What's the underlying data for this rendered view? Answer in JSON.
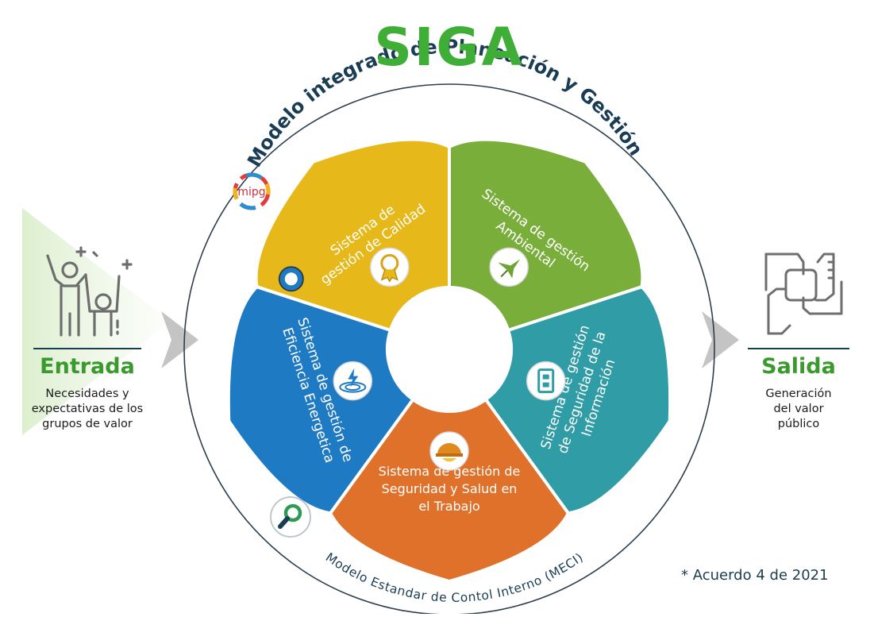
{
  "title": "SIGA",
  "subtitle": "Modelo integrado de Planeación y Gestión",
  "mipg_logo": "mipg",
  "segments": {
    "calidad": [
      "Sistema de",
      "gestión de Calidad"
    ],
    "ambiental": [
      "Sistema de gestión",
      "Ambiental"
    ],
    "informacion": [
      "Sistema de gestión",
      "de Seguridad de la",
      "Información"
    ],
    "trabajo": [
      "Sistema de gestión de",
      "Seguridad y Salud en",
      "el Trabajo"
    ],
    "energetica": [
      "Sistema de gestión de",
      "Eficiencia Energetica"
    ]
  },
  "icons": {
    "calidad": "medal-icon",
    "ambiental": "hummingbird-icon",
    "informacion": "security-lock-icon",
    "trabajo": "hard-hat-icon",
    "energetica": "energy-target-icon",
    "meci": "magnifier-icon",
    "entrada": "people-celebrating-icon",
    "salida": "joined-hands-icon"
  },
  "meci_label": "Modelo Estandar de Contol Interno (MECI)",
  "entrada": {
    "title": "Entrada",
    "lines": [
      "Necesidades y",
      "expectativas de los",
      "grupos de valor"
    ]
  },
  "salida": {
    "title": "Salida",
    "lines": [
      "Generación",
      "del valor",
      "público"
    ]
  },
  "footnote": "* Acuerdo 4 de 2021",
  "colors": {
    "title_green": "#3fae36",
    "navy": "#1a3d55",
    "calidad": "#e6b819",
    "ambiental": "#79ae3b",
    "informacion": "#2f9ca6",
    "trabajo": "#e0712b",
    "energetica": "#1f7ac4",
    "outline": "#2b3f4c"
  }
}
